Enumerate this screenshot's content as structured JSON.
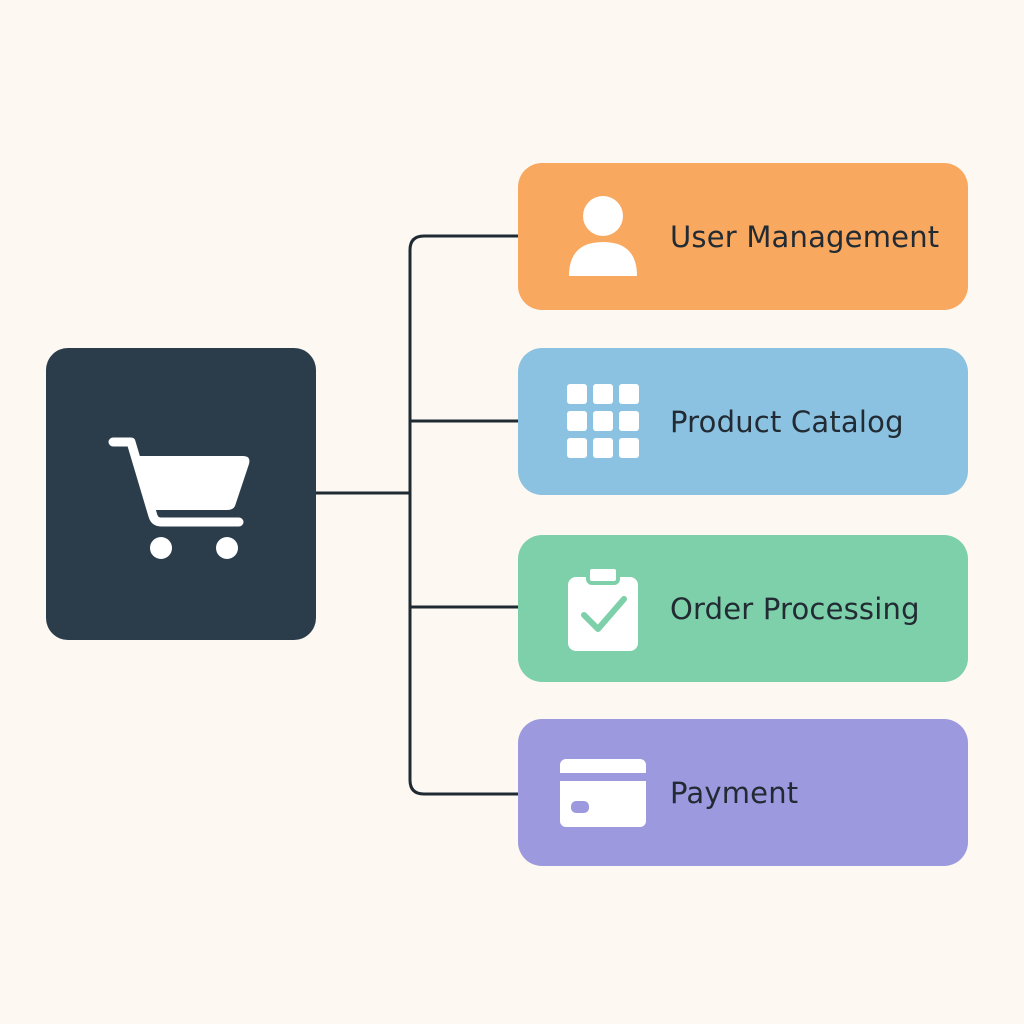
{
  "colors": {
    "background": "#fdf8f2",
    "root": "#2b3d4b",
    "connector": "#1f2a33",
    "text": "#222b33",
    "icon": "#ffffff"
  },
  "root": {
    "icon": "shopping-cart-icon"
  },
  "modules": [
    {
      "label": "User Management",
      "icon": "user-icon",
      "color": "#f9a85f"
    },
    {
      "label": "Product Catalog",
      "icon": "grid-icon",
      "color": "#8bc2e1"
    },
    {
      "label": "Order Processing",
      "icon": "clipboard-check-icon",
      "color": "#7dd0a9"
    },
    {
      "label": "Payment",
      "icon": "credit-card-icon",
      "color": "#9c99de"
    }
  ]
}
